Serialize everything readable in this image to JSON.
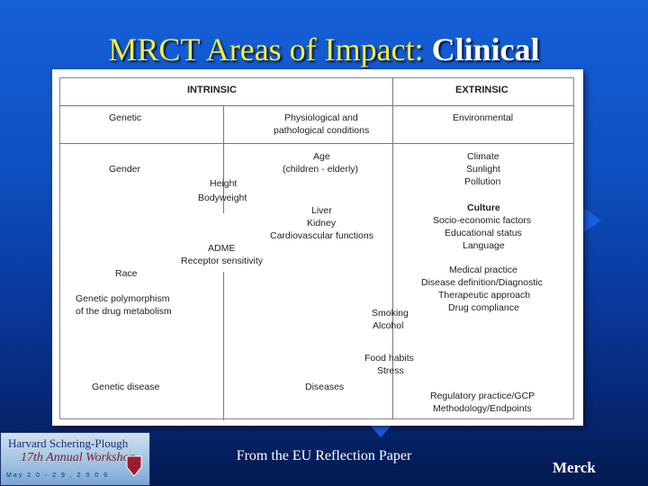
{
  "slide": {
    "title_main": "MRCT Areas of Impact: ",
    "title_accent": "Clinical",
    "caption": "From the EU Reflection Paper",
    "footer_brand": "Merck"
  },
  "logo": {
    "line1": "Harvard Schering-Plough",
    "line2": "17th Annual Workshop",
    "line3": "May 2 0 - 2 9 , 2 0 0 9"
  },
  "table": {
    "header_intrinsic": "INTRINSIC",
    "header_extrinsic": "EXTRINSIC",
    "genetic": "Genetic",
    "physio_1": "Physiological and",
    "physio_2": "pathological conditions",
    "environmental": "Environmental",
    "gender": "Gender",
    "age_1": "Age",
    "age_2": "(children - elderly)",
    "height": "Height",
    "bodyweight": "Bodyweight",
    "liver": "Liver",
    "kidney": "Kidney",
    "cardio": "Cardiovascular functions",
    "adme": "ADME",
    "receptor": "Receptor sensitivity",
    "race": "Race",
    "gp1": "Genetic polymorphism",
    "gp2": "of the drug metabolism",
    "genetic_disease": "Genetic disease",
    "diseases": "Diseases",
    "smoking": "Smoking",
    "alcohol": "Alcohol",
    "food": "Food habits",
    "stress": "Stress",
    "climate": "Climate",
    "sunlight": "Sunlight",
    "pollution": "Pollution",
    "culture": "Culture",
    "socio": "Socio-economic factors",
    "education": "Educational status",
    "language": "Language",
    "medical": "Medical practice",
    "disease_def": "Disease definition/Diagnostic",
    "therapeutic": "Therapeutic approach",
    "compliance": "Drug compliance",
    "regulatory": "Regulatory practice/GCP",
    "methodology": "Methodology/Endpoints"
  }
}
